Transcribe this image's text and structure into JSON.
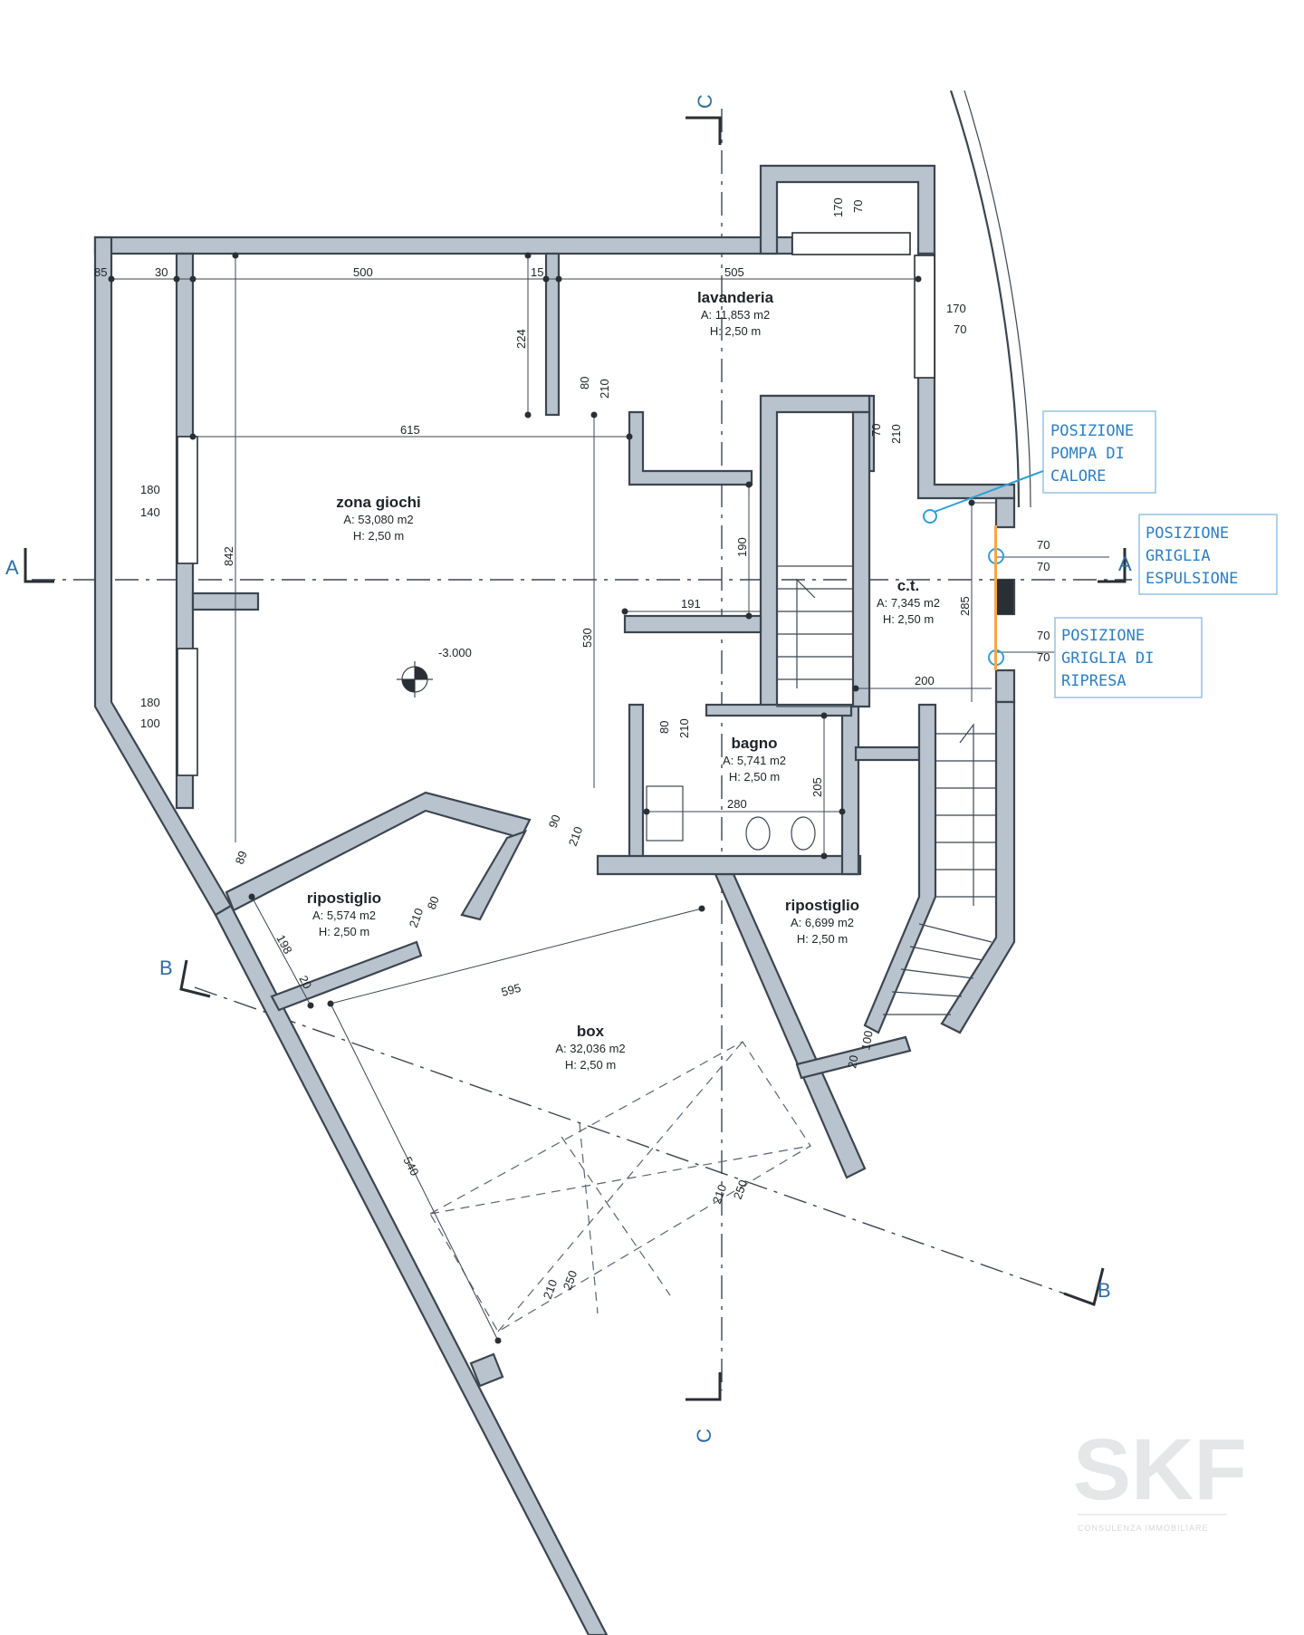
{
  "colors": {
    "wall": "#b9c3cd",
    "note": "#2e7fc1",
    "section": "#2e6da4"
  },
  "rooms": {
    "zona_giochi": {
      "name": "zona giochi",
      "area": "A: 53,080 m2",
      "height": "H: 2,50 m"
    },
    "lavanderia": {
      "name": "lavanderia",
      "area": "A: 11,853 m2",
      "height": "H: 2,50 m"
    },
    "ct": {
      "name": "c.t.",
      "area": "A: 7,345 m2",
      "height": "H: 2,50 m"
    },
    "bagno": {
      "name": "bagno",
      "area": "A: 5,741 m2",
      "height": "H: 2,50 m"
    },
    "ripostiglio_1": {
      "name": "ripostiglio",
      "area": "A: 5,574 m2",
      "height": "H: 2,50 m"
    },
    "ripostiglio_2": {
      "name": "ripostiglio",
      "area": "A: 6,699 m2",
      "height": "H: 2,50 m"
    },
    "box": {
      "name": "box",
      "area": "A: 32,036 m2",
      "height": "H: 2,50 m"
    }
  },
  "level_mark": "-3.000",
  "section_labels": {
    "a": "A",
    "b": "B",
    "c": "C"
  },
  "notes": {
    "pompa": [
      "POSIZIONE",
      "POMPA DI",
      "CALORE"
    ],
    "espulsione": [
      "POSIZIONE",
      "GRIGLIA",
      "ESPULSIONE"
    ],
    "ripresa": [
      "POSIZIONE",
      "GRIGLIA DI",
      "RIPRESA"
    ]
  },
  "dimensions": {
    "d85": "85",
    "d30": "30",
    "d500": "500",
    "d15": "15",
    "d505": "505",
    "d224": "224",
    "d615": "615",
    "d842": "842",
    "d180a": "180",
    "d140": "140",
    "d180b": "180",
    "d100": "100",
    "d530": "530",
    "d80a": "80",
    "d210a": "210",
    "d190": "190",
    "d191": "191",
    "d170a": "170",
    "d70a": "70",
    "d170b": "170",
    "d70b": "70",
    "d70c": "70",
    "d210b": "210",
    "d285": "285",
    "d200": "200",
    "d70d": "70",
    "d70e": "70",
    "d70f": "70",
    "d70g": "70",
    "d80b": "80",
    "d210c": "210",
    "d205": "205",
    "d280": "280",
    "d90": "90",
    "d210d": "210",
    "d89": "89",
    "d80c": "80",
    "d210e": "210",
    "d198": "198",
    "d20": "20",
    "d595": "595",
    "d540": "540",
    "d250a": "250",
    "d210f": "210",
    "d250b": "250",
    "d210g": "210",
    "d100b": "100",
    "d20b": "20"
  },
  "logo": {
    "mark": "SKF",
    "tagline": "CONSULENZA IMMOBILIARE"
  }
}
